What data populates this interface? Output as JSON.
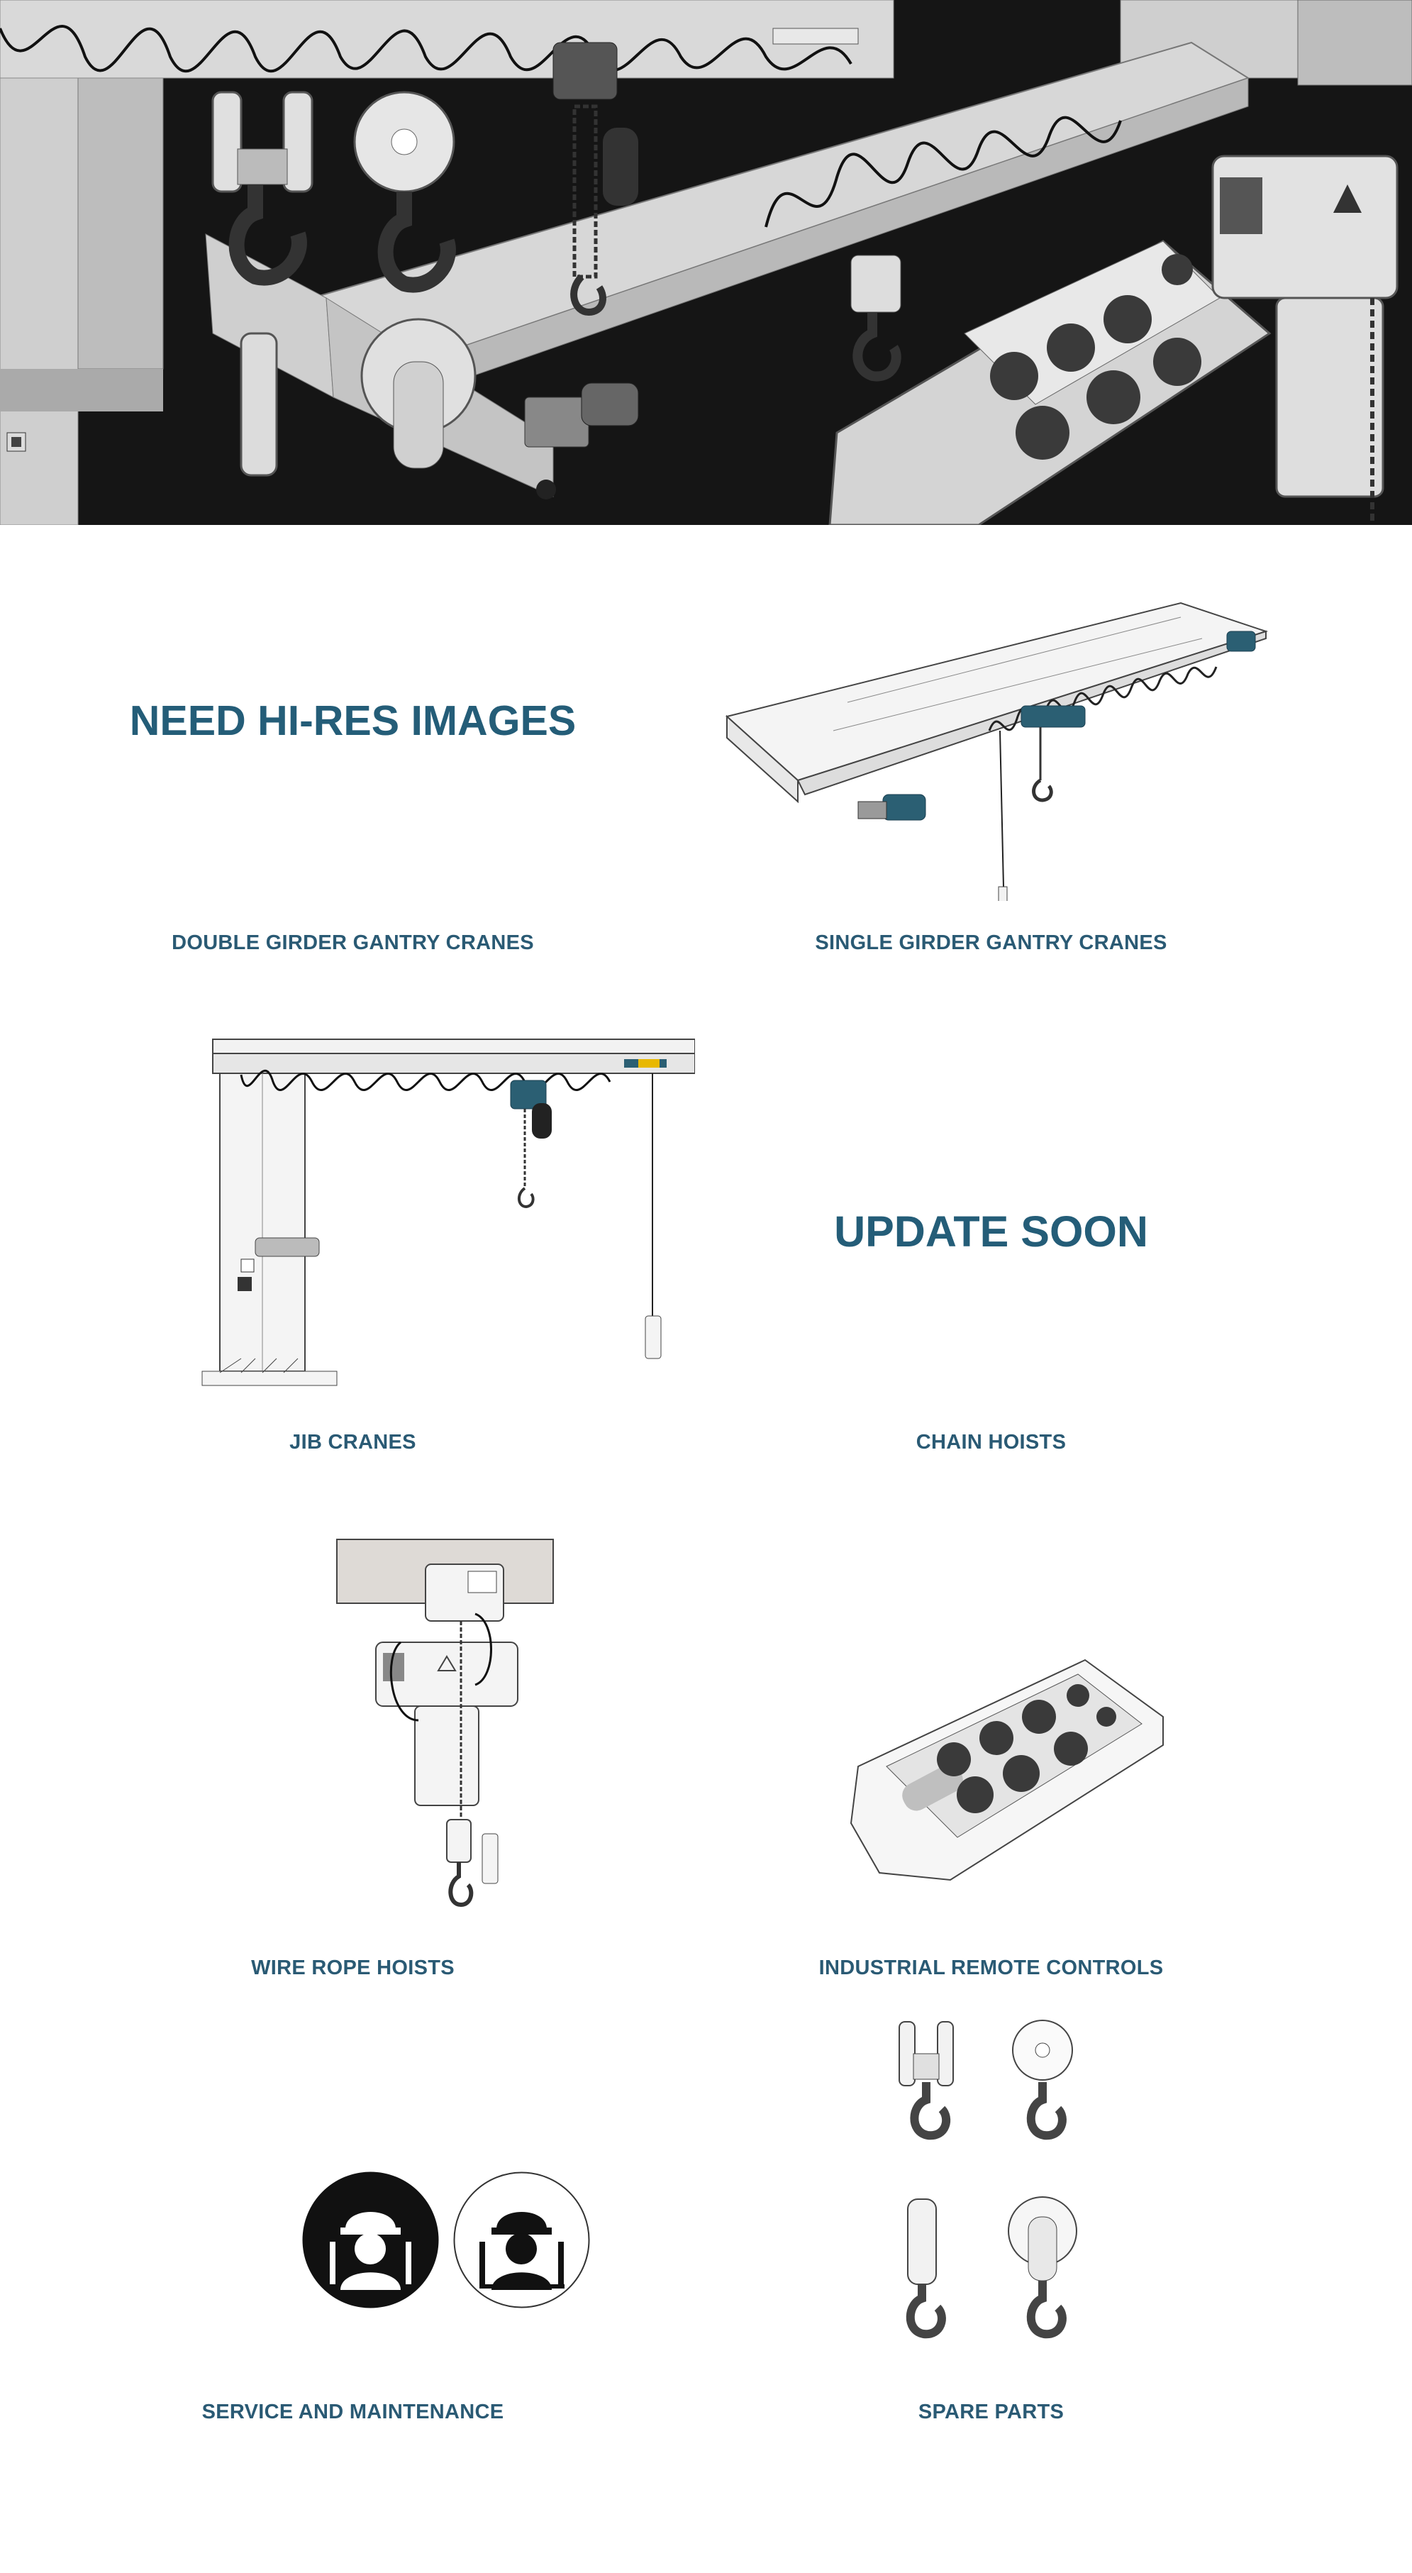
{
  "hero": {
    "name": "crane-equipment-banner"
  },
  "tiles": {
    "t1": {
      "title": "NEED HI-RES IMAGES",
      "label": "DOUBLE GIRDER GANTRY CRANES"
    },
    "t2": {
      "label": "SINGLE GIRDER GANTRY CRANES"
    },
    "t3": {
      "label": "JIB CRANES"
    },
    "t4": {
      "title": "UPDATE SOON",
      "label": "CHAIN HOISTS"
    },
    "t5": {
      "label": "WIRE ROPE HOISTS"
    },
    "t6": {
      "label": "INDUSTRIAL REMOTE CONTROLS"
    },
    "t7": {
      "label": "SERVICE AND MAINTENANCE"
    },
    "t8": {
      "label": "SPARE PARTS"
    }
  },
  "colors": {
    "accent": "#2a5a74",
    "teal": "#2b5f73",
    "hero_bg": "#151515"
  }
}
